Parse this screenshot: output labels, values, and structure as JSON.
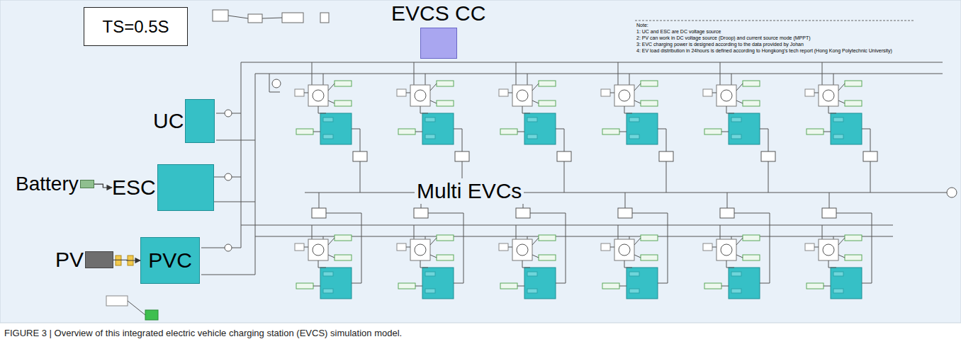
{
  "diagram": {
    "caption": "FIGURE 3 | Overview of this integrated electric vehicle charging station (EVCS) simulation model.",
    "nodes": [
      {
        "text": [
          "TS=0.5S"
        ]
      },
      {
        "text": [
          "EVCS CC"
        ]
      },
      {
        "text": [
          "UC"
        ]
      },
      {
        "text": [
          "Battery"
        ]
      },
      {
        "text": [
          "ESC"
        ]
      },
      {
        "text": [
          "PV"
        ]
      },
      {
        "text": [
          "PVC"
        ]
      }
    ],
    "edges": [
      {
        "from": 3,
        "to": 4,
        "arrow": "to"
      },
      {
        "from": 5,
        "to": 6,
        "arrow": "to"
      }
    ],
    "labels": [
      "Note:",
      "1: UC and ESC are DC voltage source",
      "2: PV can work in DC voltage source (Droop) and current source mode (MPPT)",
      "3: EVC charging power is designed according to the data provided by Johan",
      "4: EV load distribution in 24hours is defined according to Hongkong's tech report (Hong Kong Polytechnic University)",
      "Multi EVCs"
    ]
  }
}
